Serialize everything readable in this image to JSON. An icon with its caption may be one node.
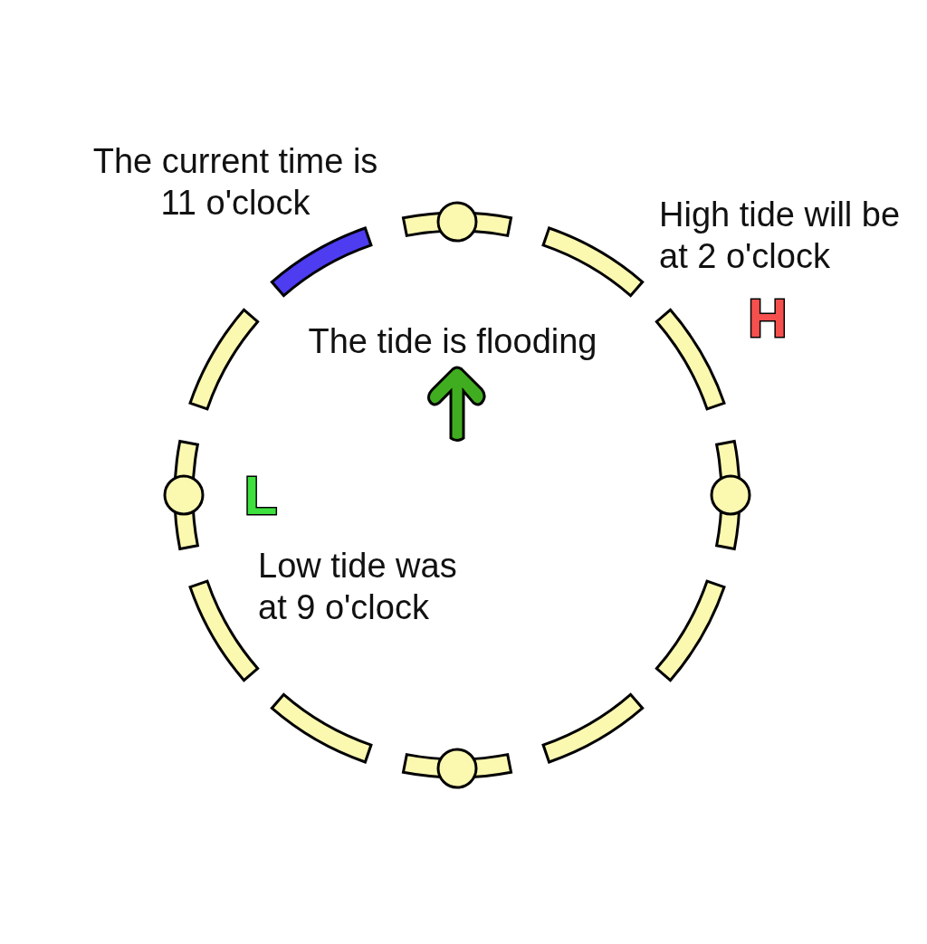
{
  "diagram": {
    "labels": [
      "The current time is 11 o'clock",
      "High tide will be at 2 o'clock",
      "H",
      "The tide is flooding",
      "L",
      "Low tide was at 9 o'clock"
    ]
  }
}
